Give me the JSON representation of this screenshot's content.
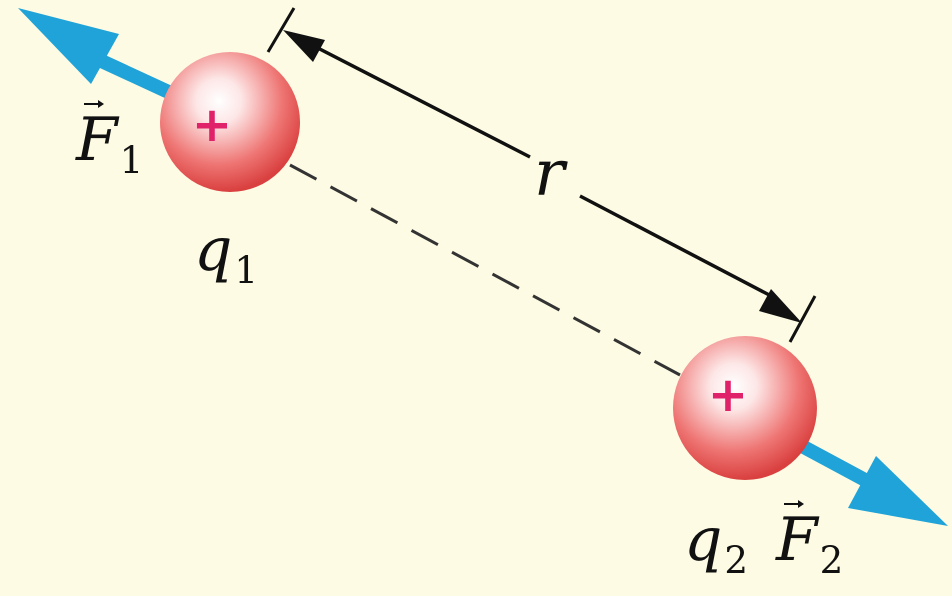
{
  "diagram": {
    "colors": {
      "background": "#fdfbe3",
      "force_arrow": "#1fa3d8",
      "charge_fill": "#e2504f",
      "plus_sign": "#e0226a",
      "dimension": "#111111",
      "separation_line": "#333333"
    },
    "charges": [
      {
        "label": "q",
        "subscript": "1",
        "sign": "+"
      },
      {
        "label": "q",
        "subscript": "2",
        "sign": "+"
      }
    ],
    "forces": [
      {
        "label": "F",
        "subscript": "1"
      },
      {
        "label": "F",
        "subscript": "2"
      }
    ],
    "distance": {
      "label": "r"
    }
  }
}
